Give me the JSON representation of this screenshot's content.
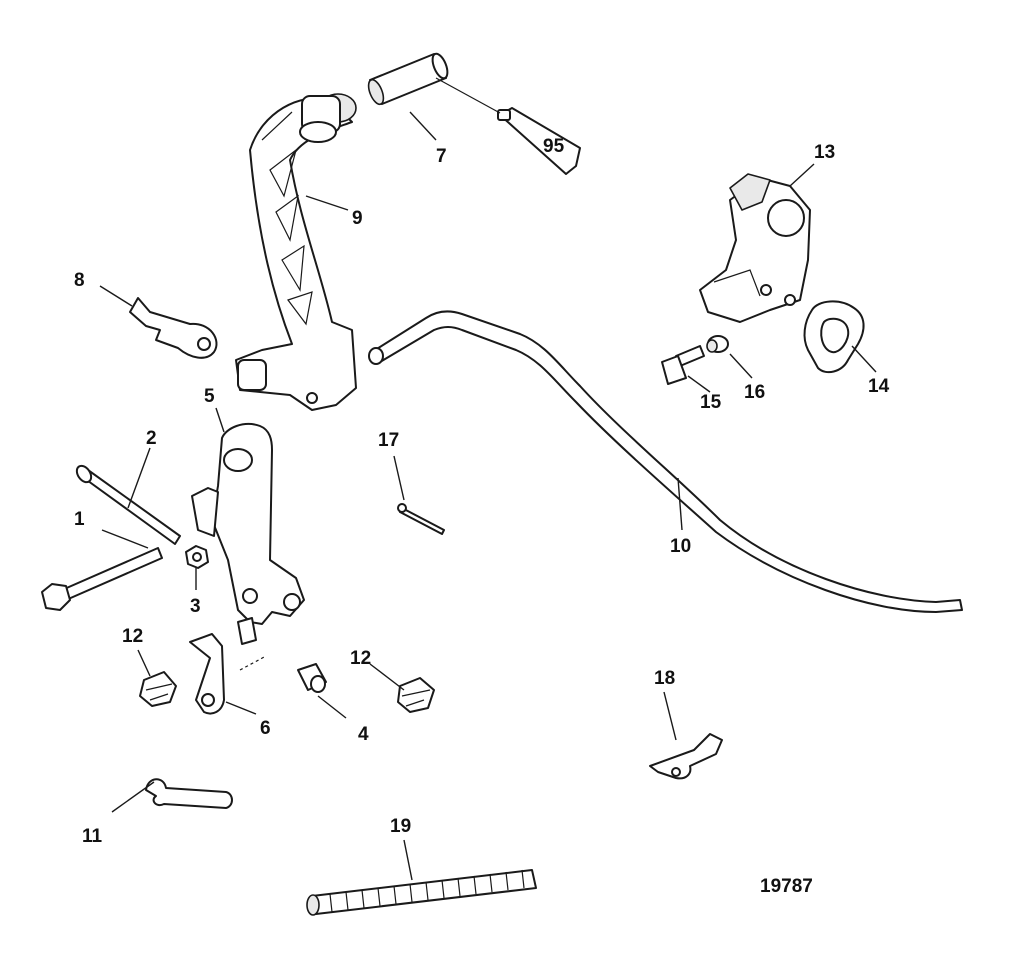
{
  "diagram": {
    "figure_number": "19787",
    "callouts": [
      "1",
      "2",
      "3",
      "4",
      "5",
      "6",
      "7",
      "8",
      "9",
      "10",
      "11",
      "12",
      "12",
      "13",
      "14",
      "15",
      "16",
      "17",
      "18",
      "19"
    ],
    "sealant_tube_label": "95"
  }
}
